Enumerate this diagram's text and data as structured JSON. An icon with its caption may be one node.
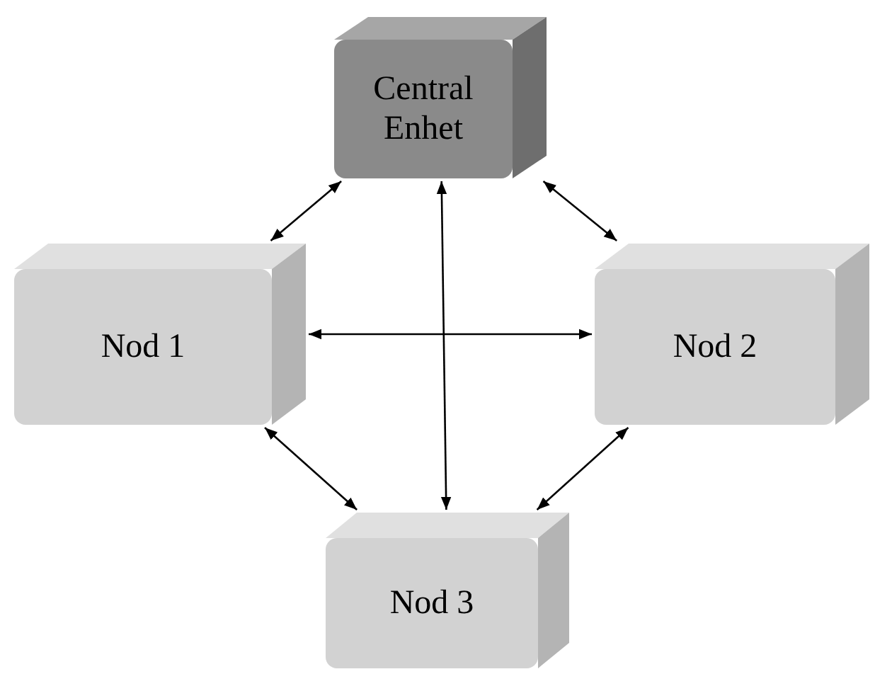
{
  "diagram": {
    "nodes": [
      {
        "text": [
          "Central Enhet"
        ]
      },
      {
        "text": [
          "Nod 1"
        ]
      },
      {
        "text": [
          "Nod 2"
        ]
      },
      {
        "text": [
          "Nod 3"
        ]
      }
    ],
    "edges": [
      {
        "from": 0,
        "to": 1,
        "arrow": "both"
      },
      {
        "from": 0,
        "to": 2,
        "arrow": "both"
      },
      {
        "from": 0,
        "to": 3,
        "arrow": "both"
      },
      {
        "from": 1,
        "to": 2,
        "arrow": "both"
      },
      {
        "from": 1,
        "to": 3,
        "arrow": "both"
      },
      {
        "from": 2,
        "to": 3,
        "arrow": "both"
      }
    ]
  }
}
